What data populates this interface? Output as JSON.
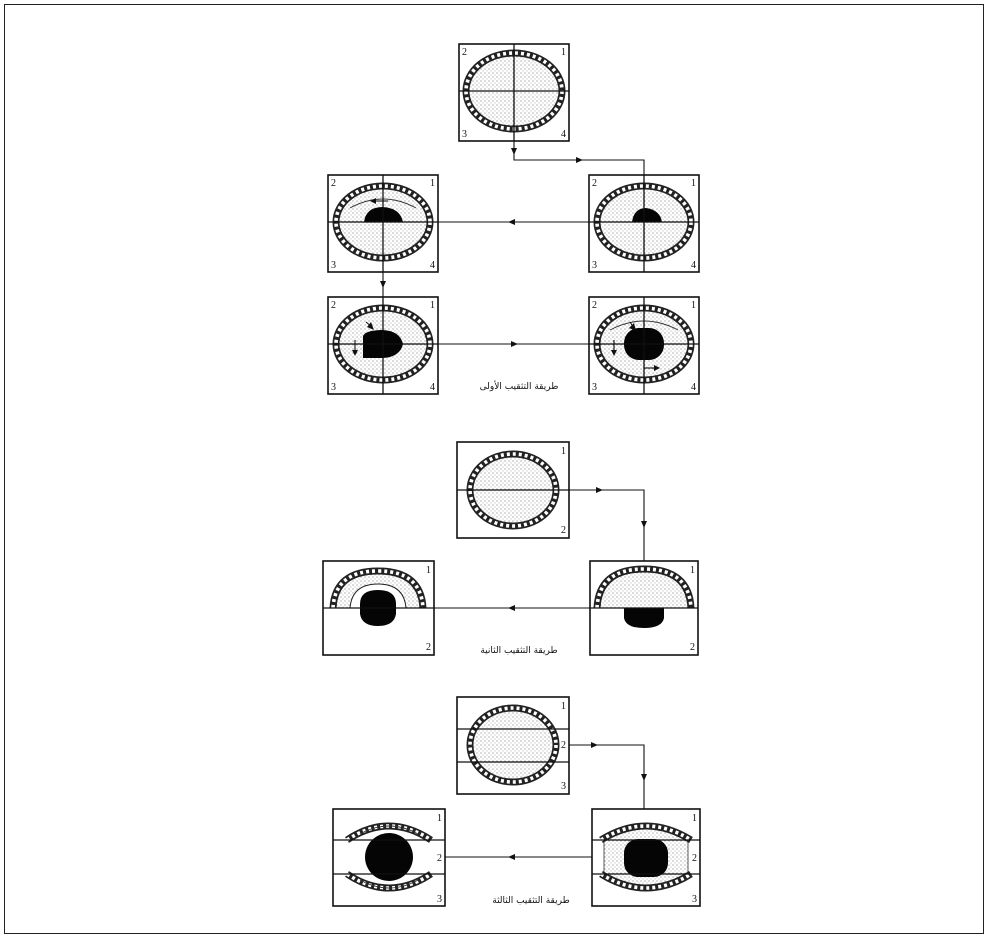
{
  "methods": [
    {
      "caption": "طريقة التثقيب الأولى",
      "stages": [
        {
          "corner_labels": [
            "1",
            "2",
            "3",
            "4"
          ]
        },
        {
          "corner_labels": [
            "1",
            "2",
            "3",
            "4"
          ]
        },
        {
          "corner_labels": [
            "1",
            "2",
            "3",
            "4"
          ]
        },
        {
          "corner_labels": [
            "1",
            "2",
            "3",
            "4"
          ]
        },
        {
          "corner_labels": [
            "1",
            "2",
            "3",
            "4"
          ]
        }
      ]
    },
    {
      "caption": "طريقة التثقيب الثانية",
      "stages": [
        {
          "corner_labels": [
            "1",
            "2"
          ]
        },
        {
          "corner_labels": [
            "1",
            "2"
          ]
        },
        {
          "corner_labels": [
            "1",
            "2"
          ]
        }
      ]
    },
    {
      "caption": "طريقة التثقيب الثالثة",
      "stages": [
        {
          "corner_labels": [
            "1",
            "2",
            "3"
          ]
        },
        {
          "corner_labels": [
            "1",
            "2",
            "3"
          ]
        },
        {
          "corner_labels": [
            "1",
            "2",
            "3"
          ]
        }
      ]
    }
  ]
}
